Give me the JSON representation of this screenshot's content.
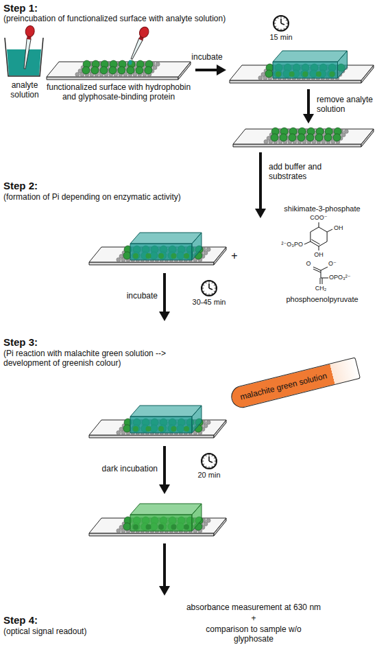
{
  "diagram": {
    "nodes": [
      {
        "text": [
          "analyte solution"
        ]
      },
      {
        "text": [
          "functionalized surface with hydrophobin and glyphosate-binding protein"
        ]
      },
      {
        "text": [
          "malachite green solution"
        ]
      }
    ],
    "labels": [
      "Step 1:",
      "(preincubation of functionalized surface with analyte solution)",
      "incubate",
      "15 min",
      "remove analyte solution",
      "Step 2:",
      "(formation of Pi depending on enzymatic activity)",
      "add buffer and substrates",
      "shikimate-3-phosphate",
      "COO⁻",
      "²⁻O₃PO",
      "OH",
      "OH",
      "+",
      "O",
      "O⁻",
      "OPO₃²⁻",
      "CH₂",
      "phosphoenolpyruvate",
      "incubate",
      "30-45 min",
      "Step 3:",
      "(Pi reaction with malachite green solution --> development of greenish colour)",
      "dark incubation",
      "20 min",
      "Step 4:",
      "(optical signal readout)",
      "absorbance measurement at 630 nm",
      "+",
      "comparison to sample w/o glyphosate"
    ]
  }
}
